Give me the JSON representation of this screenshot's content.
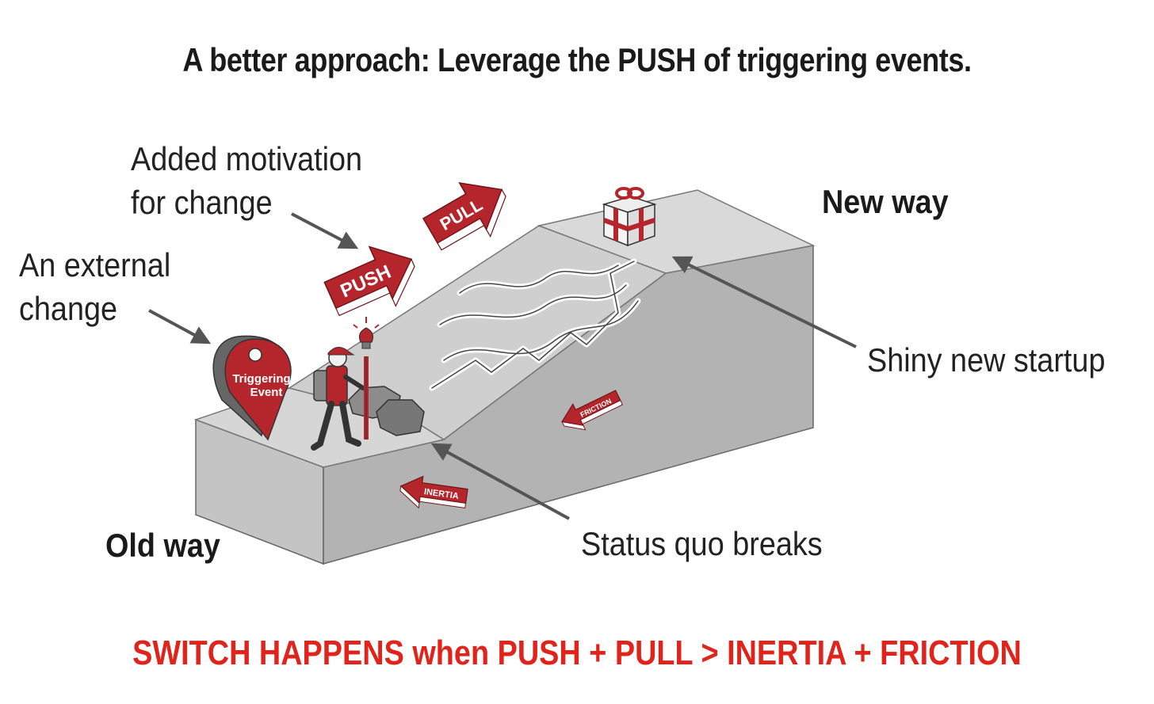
{
  "title": "A better approach: Leverage the PUSH of triggering events.",
  "labels": {
    "motivation_line1": "Added motivation",
    "motivation_line2": "for change",
    "external_line1": "An external",
    "external_line2": "change",
    "new_way": "New way",
    "old_way": "Old way",
    "shiny": "Shiny new startup",
    "status_quo": "Status quo breaks"
  },
  "arrows": {
    "push": "PUSH",
    "pull": "PULL",
    "friction": "FRICTION",
    "inertia": "INERTIA"
  },
  "pin": {
    "line1": "Triggering",
    "line2": "Event"
  },
  "formula": "SWITCH HAPPENS when PUSH + PULL > INERTIA + FRICTION",
  "colors": {
    "accent_red": "#b5262c",
    "formula_red": "#e0241c",
    "block_top": "#d4d4d4",
    "block_front": "#bdbdbd",
    "block_side": "#a9a9a9"
  }
}
